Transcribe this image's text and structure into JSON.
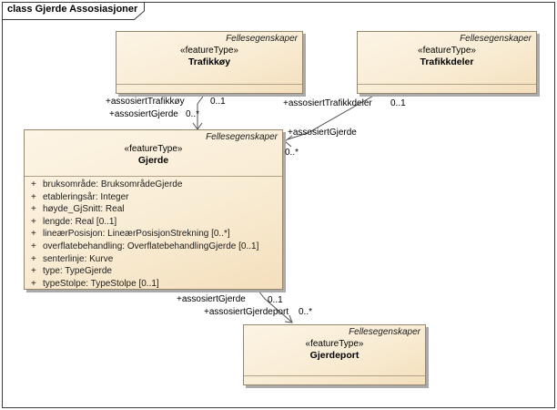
{
  "frame": {
    "title": "class Gjerde Assosiasjoner"
  },
  "classes": [
    {
      "header": "Fellesegenskaper",
      "stereotype": "«featureType»",
      "name": "Trafikkøy",
      "attributes": []
    },
    {
      "header": "Fellesegenskaper",
      "stereotype": "«featureType»",
      "name": "Trafikkdeler",
      "attributes": []
    },
    {
      "header": "Fellesegenskaper",
      "stereotype": "«featureType»",
      "name": "Gjerde",
      "attributes": [
        {
          "vis": "+",
          "text": "bruksområde: BruksområdeGjerde"
        },
        {
          "vis": "+",
          "text": "etableringsår: Integer"
        },
        {
          "vis": "+",
          "text": "høyde_GjSnitt: Real"
        },
        {
          "vis": "+",
          "text": "lengde: Real [0..1]"
        },
        {
          "vis": "+",
          "text": "lineærPosisjon: LineærPosisjonStrekning [0..*]"
        },
        {
          "vis": "+",
          "text": "overflatebehandling: OverflatebehandlingGjerde [0..1]"
        },
        {
          "vis": "+",
          "text": "senterlinje: Kurve"
        },
        {
          "vis": "+",
          "text": "type: TypeGjerde"
        },
        {
          "vis": "+",
          "text": "typeStolpe: TypeStolpe [0..1]"
        }
      ]
    },
    {
      "header": "Fellesegenskaper",
      "stereotype": "«featureType»",
      "name": "Gjerdeport",
      "attributes": []
    }
  ],
  "associations": [
    {
      "from": "Trafikkøy",
      "to": "Gjerde",
      "role_target": "+assosiertTrafikkøy",
      "mult_target": "0..1",
      "role_source": "+assosiertGjerde",
      "mult_source": "0..*"
    },
    {
      "from": "Trafikkdeler",
      "to": "Gjerde",
      "role_target": "+assosiertTrafikkdeler",
      "mult_target": "0..1",
      "role_source": "+assosiertGjerde",
      "mult_source": "0..*"
    },
    {
      "from": "Gjerde",
      "to": "Gjerdeport",
      "role_source": "+assosiertGjerde",
      "mult_source": "0..1",
      "role_target": "+assosiertGjerdeport",
      "mult_target": "0..*"
    }
  ],
  "colors": {
    "box_fill_light": "#fcf4e5",
    "box_fill_dark": "#f4dfbc",
    "box_border": "#96876c",
    "box_shadow": "#aaaaaa",
    "line": "#53524c",
    "frame_border": "#3c3c3c"
  }
}
